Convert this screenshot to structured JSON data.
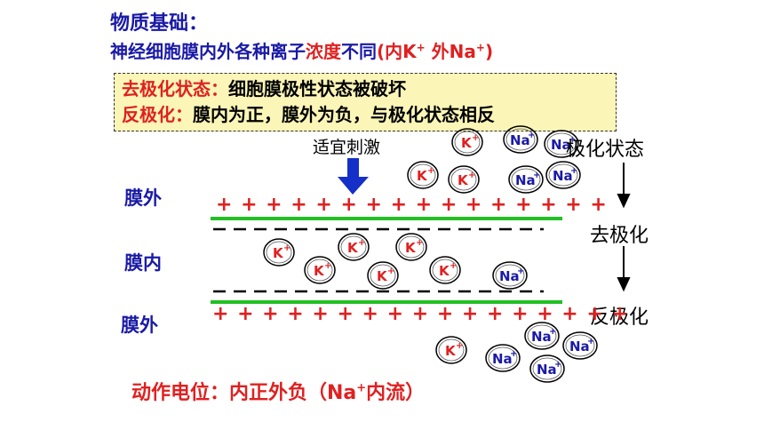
{
  "title": "物质基础：",
  "subtitle": {
    "part1": "神经细胞膜内外各种离子",
    "part2": "浓度",
    "part3": "不同",
    "part4": "(内K",
    "sup1": "+",
    "part5": " 外Na",
    "sup2": "+",
    "part6": ")"
  },
  "note": {
    "line1_label": "去极化状态：",
    "line1_text": "细胞膜极性状态被破坏",
    "line2_label": "反极化：",
    "line2_text": "膜内为正，膜外为负，与极化状态相反"
  },
  "stimulus_label": "适宜刺激",
  "membrane_labels": {
    "outer_top": "膜外",
    "inner": "膜内",
    "outer_bottom": "膜外"
  },
  "states": {
    "polarized": "极化状态",
    "depolarized": "去极化",
    "reverse": "反极化"
  },
  "plus_row_top": "+ + + +  + + + + + + + + + + + +",
  "plus_row_bottom": "+ + + + + + + + + + + + + + + + +",
  "ions": {
    "k_base": "K",
    "na_base": "Na",
    "charge": "+"
  },
  "bottom_text": {
    "main": "动作电位：内正外负（Na",
    "sup": "+",
    "tail": "内流）"
  },
  "colors": {
    "blue": "#1a1aa6",
    "red": "#e02020",
    "green": "#22c022",
    "note_bg": "#fbf6b8"
  }
}
